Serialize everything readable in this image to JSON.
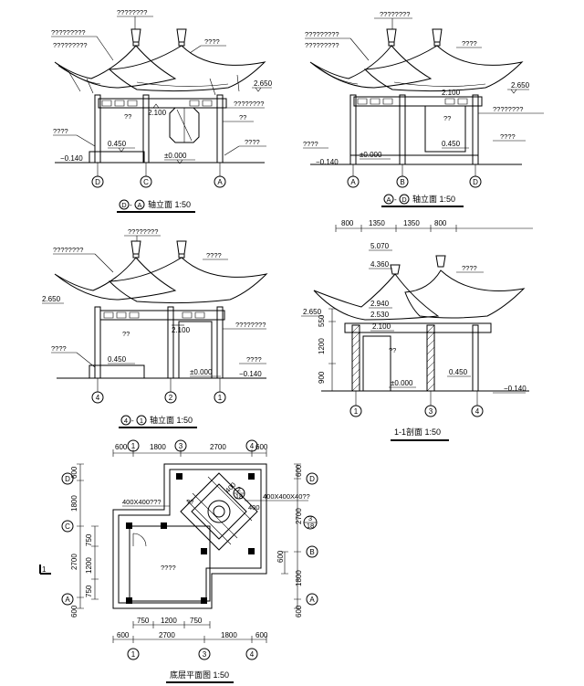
{
  "drawing": {
    "view_da": {
      "caption_left": "D",
      "caption_right": "A",
      "caption_text": "轴立面 1:50",
      "roof_note_left": "?????????",
      "roof_note_top": "????????",
      "roof_note_right": "????",
      "elev_2650": "2.650",
      "elev_2100": "2.100",
      "elev_0450": "0.450",
      "elev_0000": "±0.000",
      "elev_m0140": "−0.140",
      "note_window": "??",
      "note_wall": "????????",
      "note_col": "??",
      "note_left_low": "????",
      "note_right_low": "????",
      "axes": [
        "D",
        "C",
        "A"
      ]
    },
    "view_ad": {
      "caption_left": "A",
      "caption_right": "D",
      "caption_text": "轴立面 1:50",
      "roof_note_left": "?????????",
      "roof_note_top": "????????",
      "roof_note_right": "????",
      "elev_2650": "2.650",
      "elev_2100": "2.100",
      "elev_0450": "0.450",
      "elev_0000": "±0.000",
      "elev_m0140": "−0.140",
      "note_window": "??",
      "note_wall": "????????",
      "note_left_low": "????",
      "note_right_low": "????",
      "axes": [
        "A",
        "B",
        "D"
      ]
    },
    "view_41": {
      "caption_left": "4",
      "caption_right": "1",
      "caption_text": "轴立面 1:50",
      "roof_note_left": "????????",
      "roof_note_top": "????????",
      "roof_note_right": "????",
      "elev_2650": "2.650",
      "elev_2100": "2.100",
      "elev_0450": "0.450",
      "elev_0000": "±0.000",
      "elev_m0140": "−0.140",
      "note_window": "??",
      "note_wall": "????????",
      "note_left_low": "????",
      "note_right_low": "????",
      "axes": [
        "4",
        "2",
        "1"
      ]
    },
    "section": {
      "caption_text": "1-1剖面 1:50",
      "dims_top": [
        "800",
        "1350",
        "1350",
        "800"
      ],
      "elev_5070": "5.070",
      "elev_4360": "4.360",
      "elev_2940": "2.940",
      "elev_2530": "2.530",
      "elev_2100": "2.100",
      "elev_2650": "2.650",
      "elev_0000": "±0.000",
      "elev_0450": "0.450",
      "elev_m0140": "−0.140",
      "dims_left": [
        "550",
        "1200",
        "900"
      ],
      "note_roof": "????",
      "note_door": "??",
      "axes": [
        "1",
        "3",
        "4"
      ]
    },
    "plan": {
      "caption_text": "底层平面图 1:50",
      "top_dims": [
        "600",
        "1800",
        "2700",
        "600"
      ],
      "bottom_dims_inner": [
        "750",
        "1200",
        "750"
      ],
      "bottom_dims_outer": [
        "600",
        "2700",
        "1800",
        "600"
      ],
      "left_dims_outer": [
        "600",
        "1800",
        "2700",
        "600"
      ],
      "left_dims_inner": [
        "750",
        "1200",
        "750"
      ],
      "right_dims_outer": [
        "600",
        "2700",
        "1800",
        "600"
      ],
      "right_dims_inner": [
        "600"
      ],
      "column_note_left": "400X400???",
      "column_note_right": "400X400X40??",
      "room_small": "??",
      "room_main": "????",
      "dim_400a": "400",
      "dim_400b": "400",
      "axes_top": [
        "1",
        "3",
        "4"
      ],
      "axes_bottom": [
        "1",
        "3",
        "4"
      ],
      "axes_left": [
        "D",
        "C",
        "A"
      ],
      "axes_right": [
        "D",
        "B",
        "A"
      ],
      "section_mark": "1",
      "detail_mark_top": "3",
      "detail_mark_bottom": "18",
      "detail_mark2_top": "2",
      "detail_mark2_bottom": "18"
    }
  }
}
